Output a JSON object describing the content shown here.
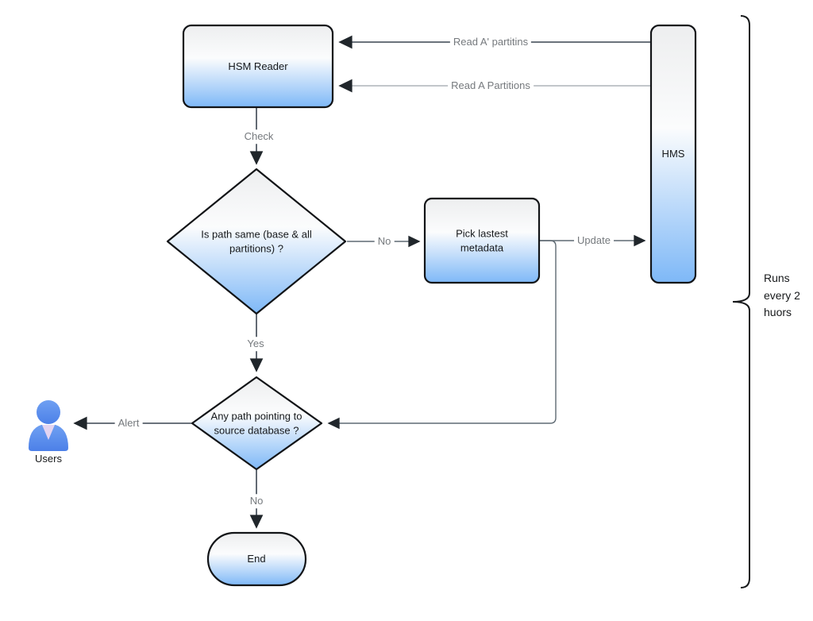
{
  "diagram": {
    "nodes": {
      "hsm_reader": {
        "label": "HSM Reader"
      },
      "hms": {
        "label": "HMS"
      },
      "pick_latest": {
        "label": "Pick lastest metadata"
      },
      "decision_path_same": {
        "label": "Is path same (base & all partitions) ?"
      },
      "decision_any_path": {
        "label": "Any path pointing to source database ?"
      },
      "end": {
        "label": "End"
      },
      "users": {
        "label": "Users"
      }
    },
    "edges": {
      "read_a_prime": {
        "label": "Read A' partitins"
      },
      "read_a": {
        "label": "Read A Partitions"
      },
      "check": {
        "label": "Check"
      },
      "no_right": {
        "label": "No"
      },
      "update": {
        "label": "Update"
      },
      "yes": {
        "label": "Yes"
      },
      "alert": {
        "label": "Alert"
      },
      "no_down": {
        "label": "No"
      }
    },
    "annotation": {
      "label": "Runs every 2 huors"
    },
    "colors": {
      "node_fill_top": "#EDEEEF",
      "node_fill_mid": "#FBFCFD",
      "node_fill_bottom": "#7EB8F7",
      "node_border": "#121417",
      "edge_dark": "#3A4550",
      "edge_gray": "#666E75",
      "edge_light": "#AEB4B9",
      "arrowhead": "#20262B",
      "edge_label_text": "#75797D",
      "node_label_text": "#17191B",
      "person_blue": "#5B91EE",
      "person_blue_dark": "#3F75E0",
      "person_collar": "#E3D4F1",
      "brace": "#17191B"
    }
  }
}
